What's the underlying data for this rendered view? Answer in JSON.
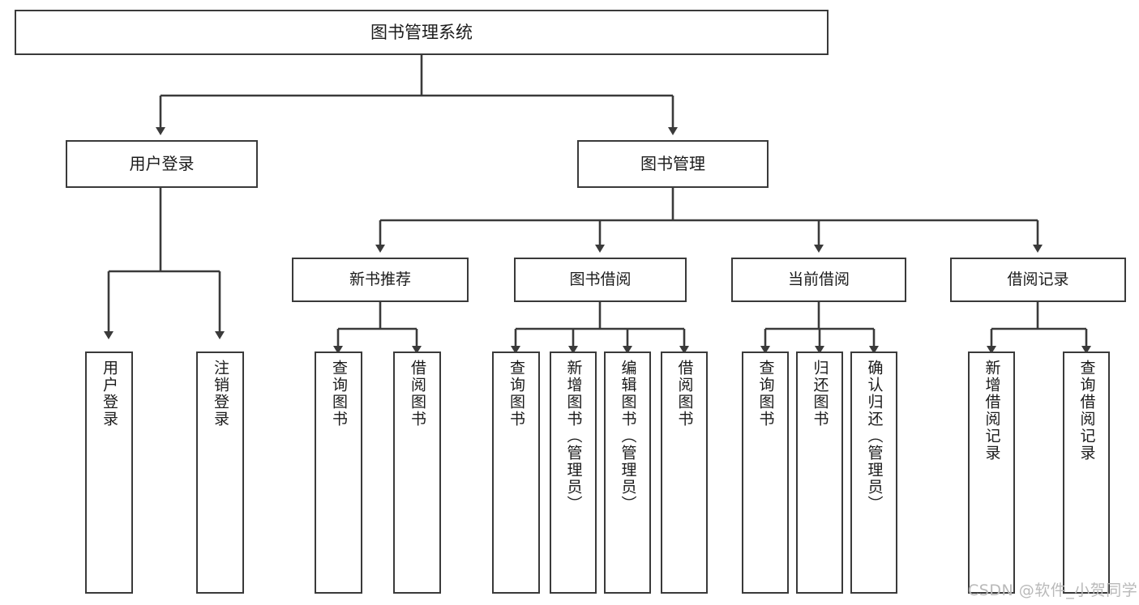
{
  "diagram": {
    "type": "tree",
    "title": "图书管理系统",
    "orientation": "top-down",
    "root": {
      "id": "root",
      "label": "图书管理系统"
    },
    "level1": [
      {
        "id": "user-login",
        "label": "用户登录"
      },
      {
        "id": "book-manage",
        "label": "图书管理"
      }
    ],
    "level2": [
      {
        "id": "new-book-recommend",
        "label": "新书推荐",
        "parent": "book-manage"
      },
      {
        "id": "book-borrow",
        "label": "图书借阅",
        "parent": "book-manage"
      },
      {
        "id": "current-borrow",
        "label": "当前借阅",
        "parent": "book-manage"
      },
      {
        "id": "borrow-record",
        "label": "借阅记录",
        "parent": "book-manage"
      }
    ],
    "leaves": [
      {
        "id": "leaf-user-login",
        "label": "用户登录",
        "parent": "user-login"
      },
      {
        "id": "leaf-user-logout",
        "label": "注销登录",
        "parent": "user-login"
      },
      {
        "id": "leaf-query-book-1",
        "label": "查询图书",
        "parent": "new-book-recommend"
      },
      {
        "id": "leaf-borrow-book-1",
        "label": "借阅图书",
        "parent": "new-book-recommend"
      },
      {
        "id": "leaf-query-book-2",
        "label": "查询图书",
        "parent": "book-borrow"
      },
      {
        "id": "leaf-add-book",
        "label": "新增图书（管理员）",
        "parent": "book-borrow"
      },
      {
        "id": "leaf-edit-book",
        "label": "编辑图书（管理员）",
        "parent": "book-borrow"
      },
      {
        "id": "leaf-borrow-book-2",
        "label": "借阅图书",
        "parent": "book-borrow"
      },
      {
        "id": "leaf-query-book-3",
        "label": "查询图书",
        "parent": "current-borrow"
      },
      {
        "id": "leaf-return-book",
        "label": "归还图书",
        "parent": "current-borrow"
      },
      {
        "id": "leaf-confirm-return",
        "label": "确认归还（管理员）",
        "parent": "current-borrow"
      },
      {
        "id": "leaf-add-record",
        "label": "新增借阅记录",
        "parent": "borrow-record"
      },
      {
        "id": "leaf-query-record",
        "label": "查询借阅记录",
        "parent": "borrow-record"
      }
    ]
  },
  "watermark": {
    "text": "CSDN @软件_小贺同学"
  },
  "colors": {
    "stroke": "#3a3a3a",
    "background": "#ffffff",
    "text": "#1b1b1b",
    "watermark": "#b9b9b9"
  }
}
